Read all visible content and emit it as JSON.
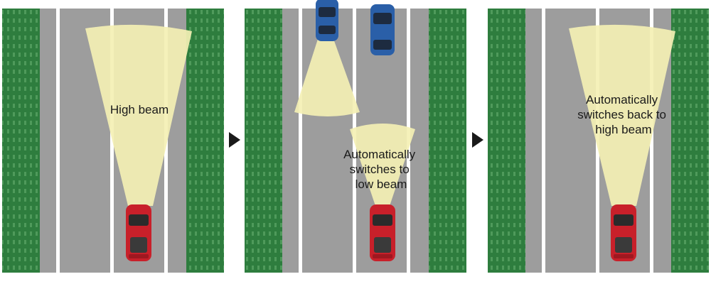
{
  "colors": {
    "grass": "#2e7d3e",
    "grass_dash": "#5fa86a",
    "road": "#9d9d9d",
    "lane_line": "#ffffff",
    "beam": "#f4f0b4",
    "own_car": "#c8202a",
    "oncoming_car": "#2a5fa8",
    "arrow": "#1a1a1a"
  },
  "panels": [
    {
      "name": "high-beam",
      "caption_lines": [
        "High beam"
      ],
      "oncoming_cars": 0
    },
    {
      "name": "low-beam",
      "caption_lines": [
        "Automatically",
        "switches to",
        "low beam"
      ],
      "oncoming_cars": 2
    },
    {
      "name": "back-to-high-beam",
      "caption_lines": [
        "Automatically",
        "switches back to",
        "high beam"
      ],
      "oncoming_cars": 0
    }
  ]
}
